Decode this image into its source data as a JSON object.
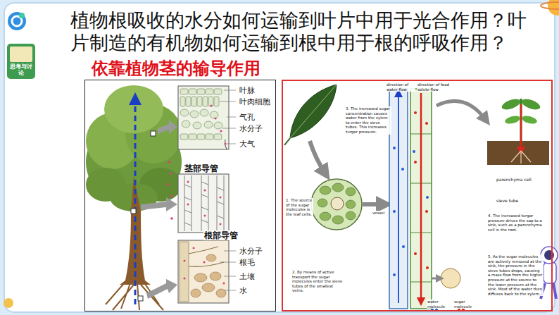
{
  "diagram": {
    "title": "植物根吸收的水分如何运输到叶片中用于光合作用？叶片制造的有机物如何运输到根中用于根的呼吸作用？",
    "nodes": [
      {
        "text": [
          "叶脉",
          "叶肉细胞",
          "气孔",
          "水分子",
          "大气",
          "茎部导管",
          "根部导管",
          "水分子",
          "根毛",
          "土壤",
          "水"
        ]
      },
      {
        "text": [
          "direction of water flow",
          "direction of food solute flow",
          "3. The increased sugar concentration causes water from the xylem to enter the sieve tubes. This increases turgor pressure.",
          "1. The source of the sugar molecules is the leaf cells.",
          "vessel",
          "2. By means of active transport the sugar molecules enter the sieve tubes of the smallest veins.",
          "parenchyma cell",
          "sieve tube",
          "4. The increased turgor pressure drives the sap to a sink, such as a parenchyma cell in the root.",
          "water molecule",
          "sugar molecule",
          "5. As the sugar molecules are actively removed at the sink, the pressure in the sieve tubes drops, causing a mass flow from the higher pressure at the source to the lower pressure at the sink. Most of the water then diffuses back to the xylem."
        ]
      }
    ],
    "labels": [
      "依靠植物茎的输导作用",
      "思考与讨论"
    ]
  }
}
